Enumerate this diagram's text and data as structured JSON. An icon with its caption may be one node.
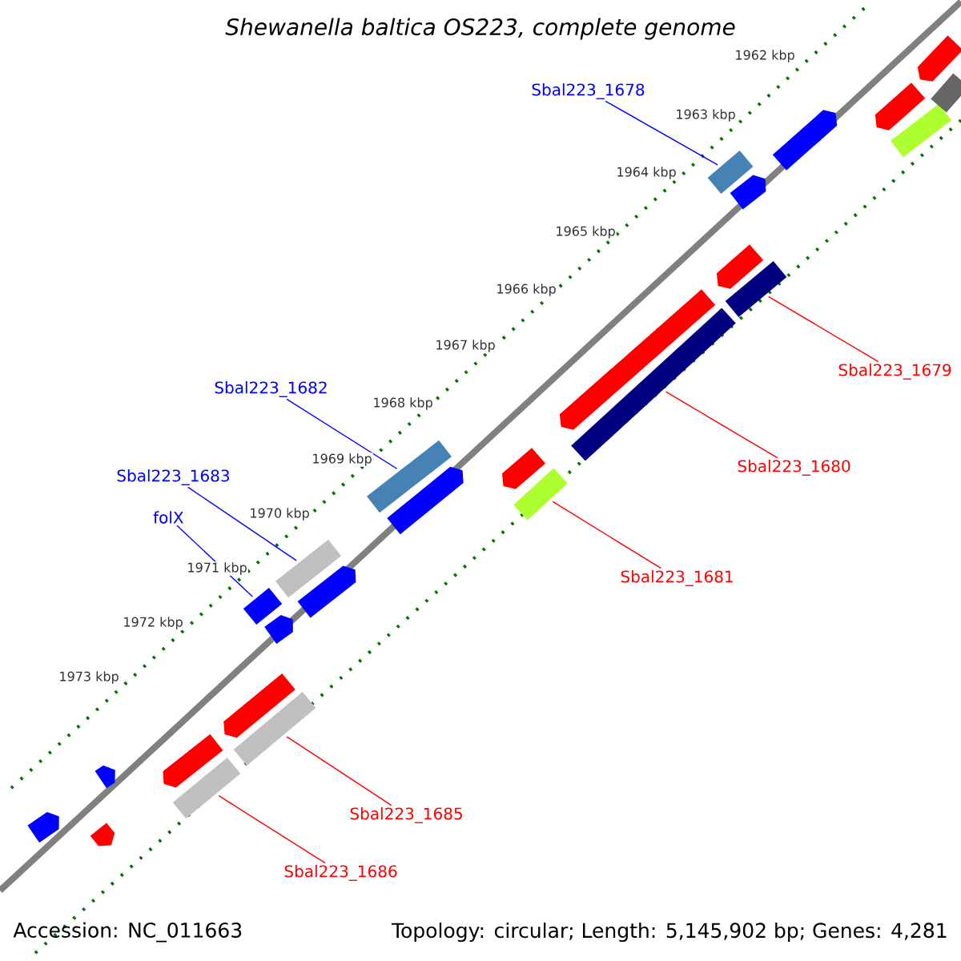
{
  "diagram": {
    "title": "Shewanella baltica OS223, complete genome",
    "nodes": [
      {
        "text": [
          "Sbal223_1678"
        ]
      },
      {
        "text": [],
        "shape": "bar"
      },
      {
        "text": [
          "Sbal223_1682"
        ]
      },
      {
        "text": [],
        "shape": "bar"
      },
      {
        "text": [
          "Sbal223_1683"
        ]
      },
      {
        "text": [],
        "shape": "bar"
      },
      {
        "text": [
          "folX"
        ]
      },
      {
        "text": [],
        "shape": "bar"
      },
      {
        "text": [
          "Sbal223_1679"
        ]
      },
      {
        "text": [],
        "shape": "bar"
      },
      {
        "text": [
          "Sbal223_1680"
        ]
      },
      {
        "text": [],
        "shape": "bar"
      },
      {
        "text": [
          "Sbal223_1681"
        ]
      },
      {
        "text": [],
        "shape": "bar"
      },
      {
        "text": [
          "Sbal223_1685"
        ]
      },
      {
        "text": [],
        "shape": "bar"
      },
      {
        "text": [
          "Sbal223_1686"
        ]
      },
      {
        "text": [],
        "shape": "bar"
      },
      {
        "text": [],
        "shape": "pentagon"
      },
      {
        "text": [],
        "shape": "pentagon"
      },
      {
        "text": [],
        "shape": "pentagon"
      },
      {
        "text": [],
        "shape": "pentagon"
      },
      {
        "text": [],
        "shape": "pentagon"
      },
      {
        "text": [],
        "shape": "pentagon"
      },
      {
        "text": [],
        "shape": "pentagon"
      },
      {
        "text": [],
        "shape": "pentagon"
      },
      {
        "text": [],
        "shape": "pentagon"
      },
      {
        "text": [],
        "shape": "pentagon"
      },
      {
        "text": [],
        "shape": "pentagon"
      },
      {
        "text": [],
        "shape": "pentagon"
      },
      {
        "text": [],
        "shape": "pentagon"
      },
      {
        "text": [],
        "shape": "pentagon"
      },
      {
        "text": [],
        "shape": "pentagon"
      },
      {
        "text": [],
        "shape": "bar"
      },
      {
        "text": [],
        "shape": "bar"
      }
    ],
    "edges": [
      {
        "from": 0,
        "to": 1,
        "arrow": "none",
        "color": "#0000ff"
      },
      {
        "from": 2,
        "to": 3,
        "arrow": "none",
        "color": "#0000ff"
      },
      {
        "from": 4,
        "to": 5,
        "arrow": "none",
        "color": "#0000ff"
      },
      {
        "from": 6,
        "to": 7,
        "arrow": "none",
        "color": "#0000ff"
      },
      {
        "from": 8,
        "to": 9,
        "arrow": "none",
        "color": "#ff0000"
      },
      {
        "from": 10,
        "to": 11,
        "arrow": "none",
        "color": "#ff0000"
      },
      {
        "from": 12,
        "to": 13,
        "arrow": "none",
        "color": "#ff0000"
      },
      {
        "from": 14,
        "to": 15,
        "arrow": "none",
        "color": "#ff0000"
      },
      {
        "from": 16,
        "to": 17,
        "arrow": "none",
        "color": "#ff0000"
      }
    ],
    "labels": [
      "1962 kbp",
      "1963 kbp",
      "1964 kbp",
      "1965 kbp",
      "1966 kbp",
      "1967 kbp",
      "1968 kbp",
      "1969 kbp",
      "1970 kbp",
      "1971 kbp",
      "1972 kbp",
      "1973 kbp",
      "Accession: NC_011663",
      "Topology: circular; Length: 5,145,902 bp; Genes: 4,281"
    ]
  }
}
